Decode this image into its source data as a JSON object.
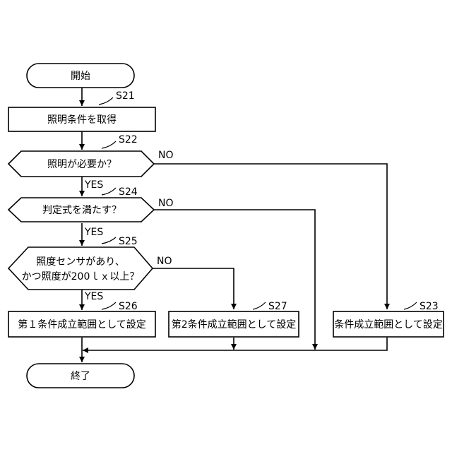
{
  "terminals": {
    "start": "開始",
    "end": "終了"
  },
  "steps": {
    "S21": {
      "label": "S21",
      "text": "照明条件を取得"
    },
    "S22": {
      "label": "S22",
      "text": "照明が必要か？"
    },
    "S24": {
      "label": "S24",
      "text": "判定式を満たす？"
    },
    "S25": {
      "label": "S25",
      "line1": "照度センサがあり、",
      "line2": "かつ照度が200ｌｘ以上？"
    },
    "S26": {
      "label": "S26",
      "text": "第１条件成立範囲として設定"
    },
    "S27": {
      "label": "S27",
      "text": "第2条件成立範囲として設定"
    },
    "S23": {
      "label": "S23",
      "text": "条件成立範囲として設定"
    }
  },
  "branches": {
    "yes": "YES",
    "no": "NO"
  }
}
